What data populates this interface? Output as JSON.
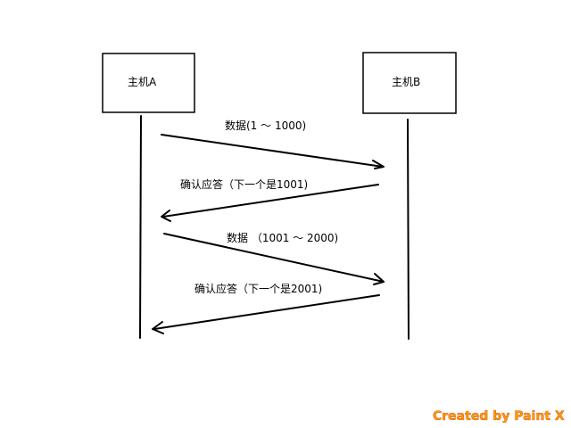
{
  "hosts": {
    "a": {
      "label": "主机A"
    },
    "b": {
      "label": "主机B"
    }
  },
  "messages": [
    {
      "label": "数据(1 ～ 1000)",
      "direction": "A→B"
    },
    {
      "label": "确认应答（下一个是1001)",
      "direction": "B→A"
    },
    {
      "label": "数据 （1001 ～ 2000)",
      "direction": "A→B"
    },
    {
      "label": "确认应答（下一个是2001)",
      "direction": "B→A"
    }
  ],
  "watermark": {
    "text": "Created by Paint X"
  },
  "colors": {
    "watermark_fill": "#ff9900",
    "watermark_stroke": "#cc3300",
    "ink": "#000000"
  }
}
